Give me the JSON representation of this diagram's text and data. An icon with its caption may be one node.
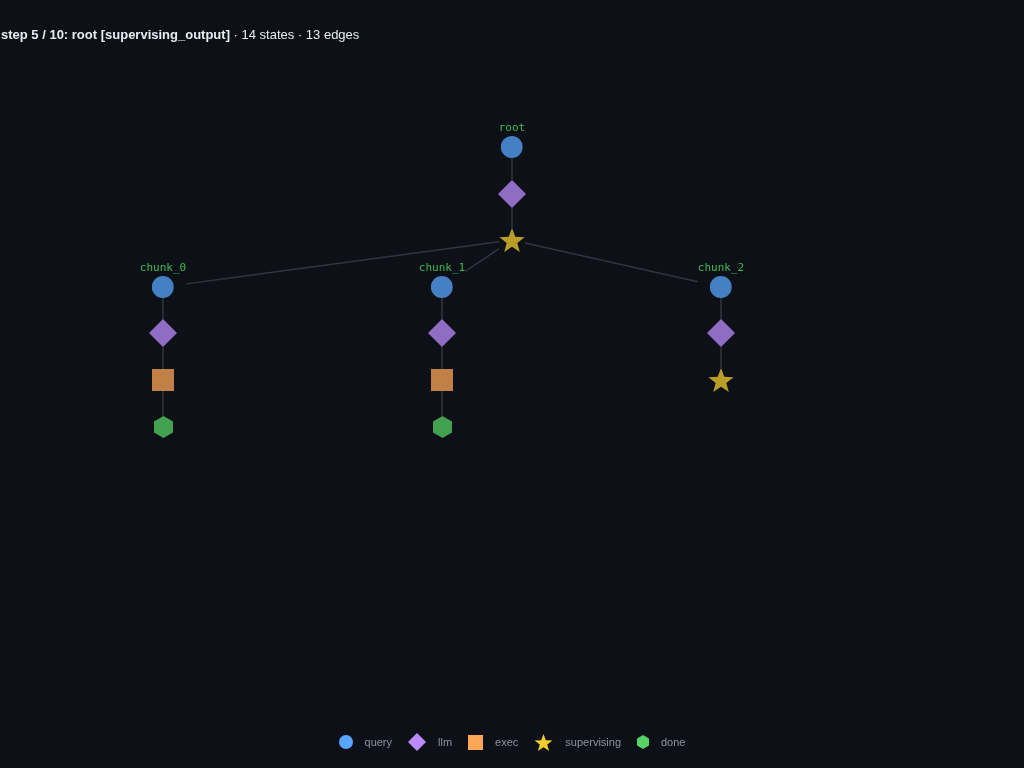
{
  "diagram": {
    "title": "**step 5 / 10: root [supervising_output]** · 14 states · 13 edges",
    "nodes": [
      {
        "text": [
          "root"
        ]
      },
      {
        "text": [],
        "shape": "diamond"
      },
      {
        "text": [],
        "shape": "star"
      },
      {
        "text": [
          "chunk_0"
        ]
      },
      {
        "text": [],
        "shape": "diamond"
      },
      {
        "text": [],
        "shape": "box"
      },
      {
        "text": [],
        "shape": "hexagon"
      },
      {
        "text": [
          "chunk_1"
        ]
      },
      {
        "text": [],
        "shape": "diamond"
      },
      {
        "text": [],
        "shape": "box"
      },
      {
        "text": [],
        "shape": "hexagon"
      },
      {
        "text": [
          "chunk_2"
        ]
      },
      {
        "text": [],
        "shape": "diamond"
      },
      {
        "text": [],
        "shape": "star"
      }
    ],
    "edges": [
      {
        "from": 0,
        "to": 1,
        "arrow": "none"
      },
      {
        "from": 1,
        "to": 2,
        "arrow": "none"
      },
      {
        "from": 2,
        "to": 3,
        "arrow": "none"
      },
      {
        "from": 2,
        "to": 7,
        "arrow": "none"
      },
      {
        "from": 2,
        "to": 11,
        "arrow": "none"
      },
      {
        "from": 3,
        "to": 4,
        "arrow": "none"
      },
      {
        "from": 4,
        "to": 5,
        "arrow": "none"
      },
      {
        "from": 5,
        "to": 6,
        "arrow": "none"
      },
      {
        "from": 7,
        "to": 8,
        "arrow": "none"
      },
      {
        "from": 8,
        "to": 9,
        "arrow": "none"
      },
      {
        "from": 9,
        "to": 10,
        "arrow": "none"
      },
      {
        "from": 11,
        "to": 12,
        "arrow": "none"
      },
      {
        "from": 12,
        "to": 13,
        "arrow": "none"
      }
    ],
    "legend": [
      {
        "text": "query",
        "color": "#58a6ff"
      },
      {
        "text": "llm",
        "color": "#bc8cff"
      },
      {
        "text": "exec",
        "color": "#ffa657"
      },
      {
        "text": "supervising",
        "color": "#f2cc30"
      },
      {
        "text": "done",
        "color": "#56d364"
      }
    ]
  }
}
